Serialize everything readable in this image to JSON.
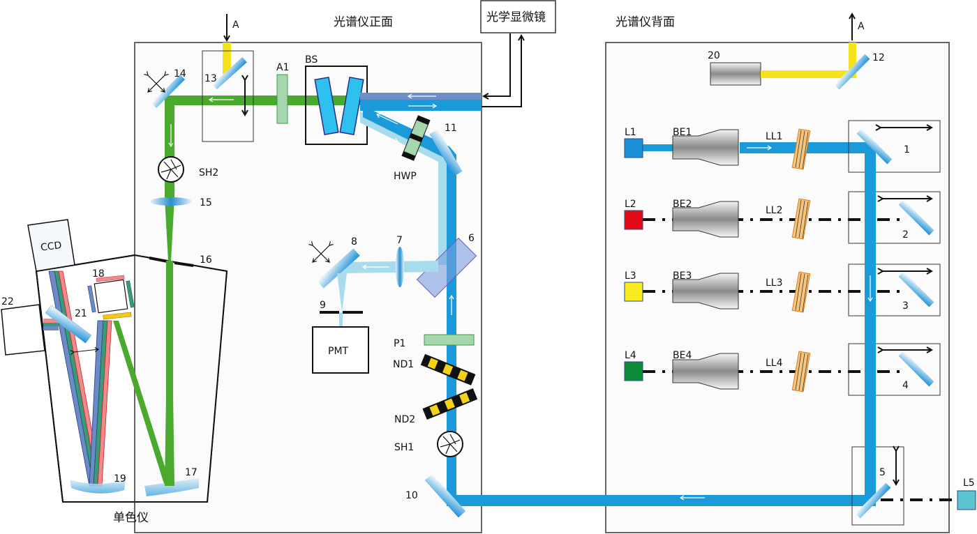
{
  "titles": {
    "front": "光谱仪正面",
    "back": "光谱仪背面",
    "microscope": "光学显微镜",
    "monochromator": "单色仪"
  },
  "labels": {
    "A_in": "A",
    "A_out": "A",
    "n1": "1",
    "n2": "2",
    "n3": "3",
    "n4": "4",
    "n5": "5",
    "n6": "6",
    "n7": "7",
    "n8": "8",
    "n9": "9",
    "n10": "10",
    "n11": "11",
    "n12": "12",
    "n13": "13",
    "n14": "14",
    "n15": "15",
    "n16": "16",
    "n17": "17",
    "n18": "18",
    "n19": "19",
    "n20": "20",
    "n21": "21",
    "n22": "22",
    "A1": "A1",
    "BS": "BS",
    "HWP": "HWP",
    "SH1": "SH1",
    "SH2": "SH2",
    "P1": "P1",
    "ND1": "ND1",
    "ND2": "ND2",
    "PMT": "PMT",
    "CCD": "CCD",
    "L1": "L1",
    "L2": "L2",
    "L3": "L3",
    "L4": "L4",
    "L5": "L5",
    "BE1": "BE1",
    "BE2": "BE2",
    "BE3": "BE3",
    "BE4": "BE4",
    "LL1": "LL1",
    "LL2": "LL2",
    "LL3": "LL3",
    "LL4": "LL4"
  },
  "colors": {
    "laser_blue": "#1a9ad8",
    "raman_light": "#a8dcec",
    "green_beam": "#4aaa2e",
    "yellow_beam": "#f4e21a",
    "L1": "#1a8fd6",
    "L2": "#e30b17",
    "L3": "#f8ea1c",
    "L4": "#0f8c3a",
    "L5": "#5cc3d0"
  }
}
